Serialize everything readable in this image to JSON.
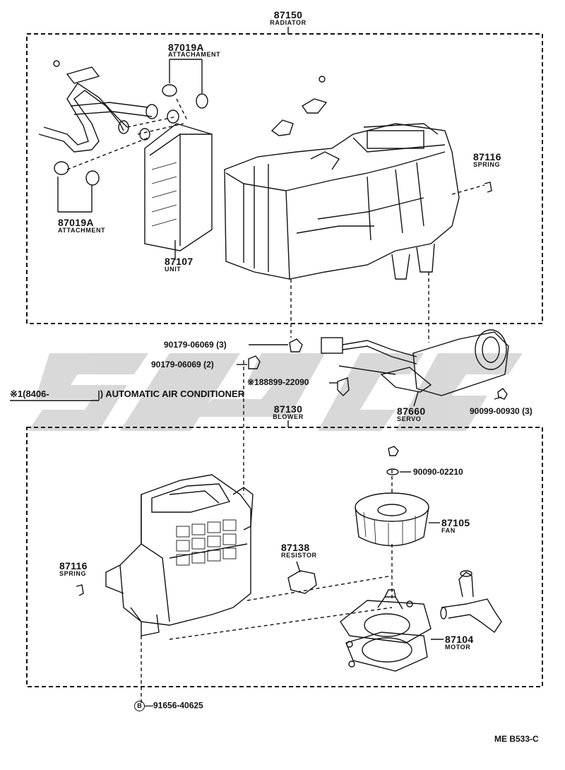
{
  "title": {
    "partno": "87150",
    "name": "RADIATOR"
  },
  "note": {
    "mark": "※1",
    "range": "(8406-",
    "close": ")",
    "text": "AUTOMATIC AIR CONDITIONER"
  },
  "parts": {
    "p87019a_top": {
      "partno": "87019A",
      "name": "ATTACHAMENT"
    },
    "p87019a_bot": {
      "partno": "87019A",
      "name": "ATTACHMENT"
    },
    "p87107": {
      "partno": "87107",
      "name": "UNIT"
    },
    "p87116_top": {
      "partno": "87116",
      "name": "SPRING"
    },
    "p90179_3": {
      "label": "90179-06069 (3)"
    },
    "p90179_2": {
      "label": "90179-06069 (2)"
    },
    "p188899": {
      "label": "※188899-22090"
    },
    "p87660": {
      "partno": "87660",
      "name": "SERVO"
    },
    "p90099": {
      "label": "90099-00930 (3)"
    },
    "p87130": {
      "partno": "87130",
      "name": "BLOWER"
    },
    "p90090": {
      "label": "90090-02210"
    },
    "p87105": {
      "partno": "87105",
      "name": "FAN"
    },
    "p87138": {
      "partno": "87138",
      "name": "RESISTOR"
    },
    "p87116_bot": {
      "partno": "87116",
      "name": "SPRING"
    },
    "p87104": {
      "partno": "87104",
      "name": "MOTOR"
    },
    "p91656": {
      "label": "91656-40625",
      "circle": "B"
    }
  },
  "ref_code": "ME B533-C",
  "colors": {
    "ink": "#111111",
    "watermark": "#c8c8c8"
  }
}
